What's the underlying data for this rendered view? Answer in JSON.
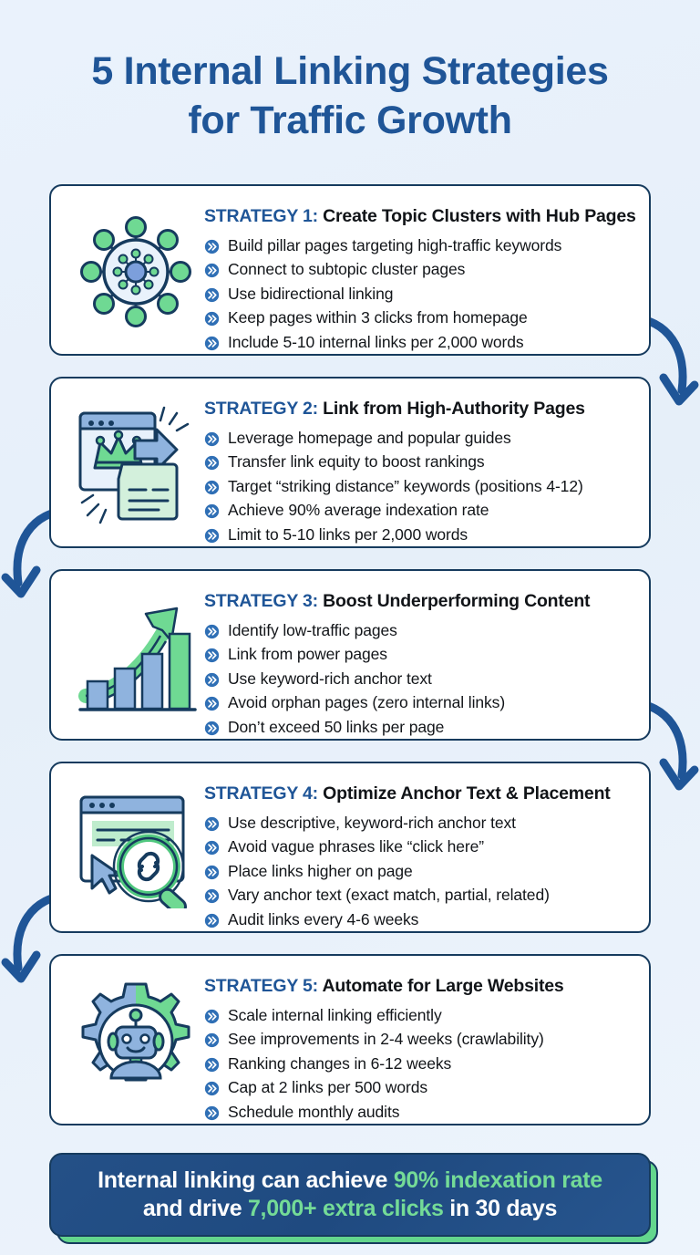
{
  "title": {
    "line1": "5 Internal Linking Strategies",
    "line2": "for Traffic Growth"
  },
  "colors": {
    "background": "#eaf2fc",
    "title_blue": "#1f5597",
    "card_border": "#163b5e",
    "card_bg": "#ffffff",
    "tag_blue": "#1f5597",
    "heading_black": "#111418",
    "bullet_blue": "#2f6fb5",
    "accent_green": "#63d68d",
    "banner_blue": "#245087",
    "banner_highlight_green": "#74db97",
    "connector_arrow": "#1f5597"
  },
  "bullet_icon": "double-chevron-right-icon",
  "strategies": [
    {
      "tag": "STRATEGY 1:",
      "heading": "Create Topic Clusters with Hub Pages",
      "icon": "hub-and-spoke-network-icon",
      "bullets": [
        "Build pillar pages targeting high-traffic keywords",
        "Connect to subtopic cluster pages",
        "Use bidirectional linking",
        "Keep pages within 3 clicks from homepage",
        "Include 5-10 internal links per 2,000 words"
      ]
    },
    {
      "tag": "STRATEGY 2:",
      "heading": "Link from High-Authority Pages",
      "icon": "crown-browser-transfer-icon",
      "bullets": [
        "Leverage homepage and popular guides",
        "Transfer link equity to boost rankings",
        "Target “striking distance” keywords (positions 4-12)",
        "Achieve 90% average indexation rate",
        "Limit to 5-10 links per 2,000 words"
      ]
    },
    {
      "tag": "STRATEGY 3:",
      "heading": "Boost Underperforming Content",
      "icon": "growth-bar-chart-icon",
      "bullets": [
        "Identify low-traffic pages",
        "Link from power pages",
        "Use keyword-rich anchor text",
        "Avoid orphan pages (zero internal links)",
        "Don’t exceed 50 links per page"
      ]
    },
    {
      "tag": "STRATEGY 4:",
      "heading": "Optimize Anchor Text & Placement",
      "icon": "magnifier-link-browser-icon",
      "bullets": [
        "Use descriptive, keyword-rich anchor text",
        "Avoid vague phrases like “click here”",
        "Place links higher on page",
        "Vary anchor text (exact match, partial, related)",
        "Audit links every 4-6 weeks"
      ]
    },
    {
      "tag": "STRATEGY 5:",
      "heading": "Automate for Large Websites",
      "icon": "robot-gear-automation-icon",
      "bullets": [
        "Scale internal linking efficiently",
        "See improvements in 2-4 weeks (crawlability)",
        "Ranking changes in 6-12 weeks",
        "Cap at 2 links per 500 words",
        "Schedule monthly audits"
      ]
    }
  ],
  "banner": {
    "line1_part1": "Internal linking can achieve ",
    "line1_highlight": "90% indexation rate",
    "line2_part1": "and drive ",
    "line2_highlight": "7,000+ extra clicks",
    "line2_part2": " in 30 days"
  }
}
